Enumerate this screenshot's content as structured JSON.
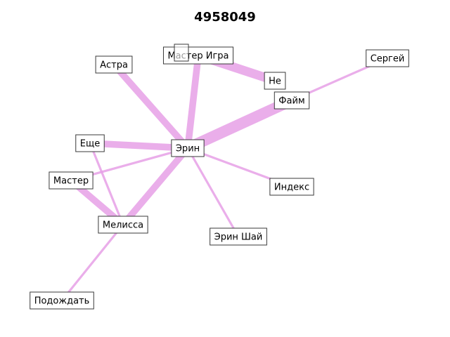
{
  "title": "4958049",
  "edge_color": "#e6a0e6",
  "nodes": [
    {
      "id": "erin",
      "label": "Эрин"
    },
    {
      "id": "astra",
      "label": "Астра"
    },
    {
      "id": "master_igra",
      "label": "Мастер Игра"
    },
    {
      "id": "ne",
      "label": "Не"
    },
    {
      "id": "faim",
      "label": "Файм"
    },
    {
      "id": "sergei",
      "label": "Сергей"
    },
    {
      "id": "eshche",
      "label": "Еще"
    },
    {
      "id": "master",
      "label": "Мастер"
    },
    {
      "id": "indeks",
      "label": "Индекс"
    },
    {
      "id": "melissa",
      "label": "Мелисса"
    },
    {
      "id": "erin_shai",
      "label": "Эрин Шай"
    },
    {
      "id": "podozhdat",
      "label": "Подождать"
    },
    {
      "id": "unlabeled",
      "label": ""
    }
  ],
  "edges": [
    {
      "source": "erin",
      "target": "faim",
      "weight": 5
    },
    {
      "source": "faim",
      "target": "sergei",
      "weight": 1
    },
    {
      "source": "erin",
      "target": "master_igra",
      "weight": 3
    },
    {
      "source": "master_igra",
      "target": "ne",
      "weight": 4
    },
    {
      "source": "erin",
      "target": "astra",
      "weight": 3
    },
    {
      "source": "erin",
      "target": "eshche",
      "weight": 3
    },
    {
      "source": "erin",
      "target": "master",
      "weight": 1
    },
    {
      "source": "erin",
      "target": "indeks",
      "weight": 1
    },
    {
      "source": "erin",
      "target": "erin_shai",
      "weight": 1
    },
    {
      "source": "erin",
      "target": "melissa",
      "weight": 3
    },
    {
      "source": "melissa",
      "target": "master",
      "weight": 3
    },
    {
      "source": "melissa",
      "target": "eshche",
      "weight": 1
    },
    {
      "source": "melissa",
      "target": "podozhdat",
      "weight": 1
    }
  ]
}
